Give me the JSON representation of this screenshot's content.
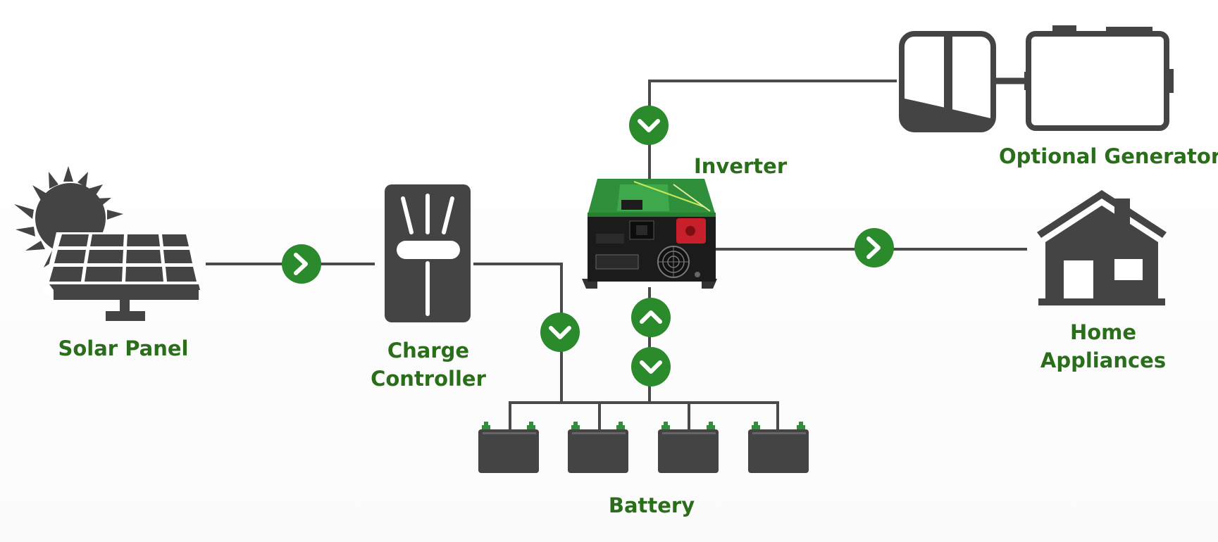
{
  "labels": {
    "solar_panel": "Solar Panel",
    "charge_controller": [
      "Charge",
      "Controller"
    ],
    "inverter": "Inverter",
    "optional_generator": "Optional Generator",
    "home_appliances": [
      "Home",
      "Appliances"
    ],
    "battery": "Battery"
  },
  "colors": {
    "icon": "#444444",
    "wire": "#4a4a4a",
    "arrow_badge": "#2b8a2b",
    "label": "#2a6e1c",
    "inverter_body": "#2f8f3a",
    "inverter_terminal": "#c8202a"
  },
  "icons": {
    "arrow_solar_to_controller": "chevron-right-icon",
    "arrow_controller_to_battery": "chevron-down-icon",
    "arrow_generator_to_inverter": "chevron-down-icon",
    "arrow_battery_to_inverter": "chevron-up-icon",
    "arrow_inverter_to_battery": "chevron-down-icon",
    "arrow_inverter_to_home": "chevron-right-icon"
  }
}
